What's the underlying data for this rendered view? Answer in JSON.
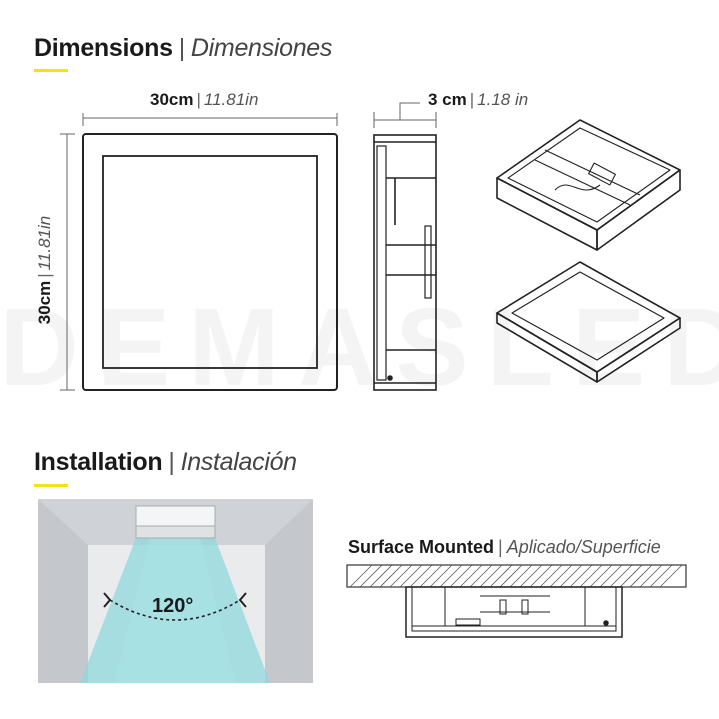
{
  "dimensions": {
    "title_en": "Dimensions",
    "separator": "|",
    "title_es": "Dimensiones",
    "width_cm": "30cm",
    "width_in": "11.81in",
    "height_cm": "30cm",
    "height_in": "11.81in",
    "depth_cm": "3 cm",
    "depth_in": "1.18 in"
  },
  "installation": {
    "title_en": "Installation",
    "separator": "|",
    "title_es": "Instalación",
    "beam_angle": "120°",
    "mount_en": "Surface Mounted",
    "mount_es": "Aplicado/Superficie"
  },
  "colors": {
    "accent_yellow": "#f2e21a",
    "light_cyan": "#7fd3d8",
    "line_dark": "#222222"
  }
}
